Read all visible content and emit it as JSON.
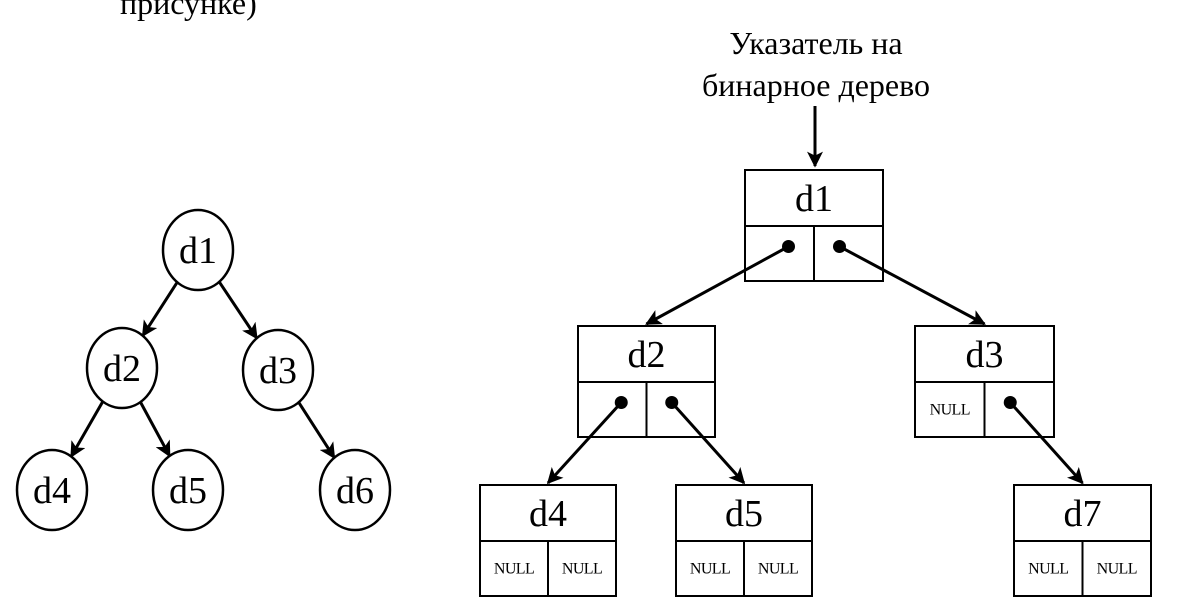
{
  "top_partial_text": "присунке)",
  "pointer_label": {
    "line1": "Указатель на",
    "line2": "бинарное дерево"
  },
  "general_tree": {
    "nodes": [
      {
        "id": "d1",
        "label": "d1"
      },
      {
        "id": "d2",
        "label": "d2"
      },
      {
        "id": "d3",
        "label": "d3"
      },
      {
        "id": "d4",
        "label": "d4"
      },
      {
        "id": "d5",
        "label": "d5"
      },
      {
        "id": "d6",
        "label": "d6"
      }
    ],
    "edges": [
      {
        "from": "d1",
        "to": "d2"
      },
      {
        "from": "d1",
        "to": "d3"
      },
      {
        "from": "d2",
        "to": "d4"
      },
      {
        "from": "d2",
        "to": "d5"
      },
      {
        "from": "d3",
        "to": "d6"
      }
    ]
  },
  "linked_tree": {
    "null_text": "NULL",
    "nodes": [
      {
        "id": "d1",
        "label": "d1",
        "left": "pointer",
        "right": "pointer"
      },
      {
        "id": "d2",
        "label": "d2",
        "left": "pointer",
        "right": "pointer"
      },
      {
        "id": "d3",
        "label": "d3",
        "left": "NULL",
        "right": "pointer"
      },
      {
        "id": "d4",
        "label": "d4",
        "left": "NULL",
        "right": "NULL"
      },
      {
        "id": "d5",
        "label": "d5",
        "left": "NULL",
        "right": "NULL"
      },
      {
        "id": "d7",
        "label": "d7",
        "left": "NULL",
        "right": "NULL"
      }
    ],
    "edges": [
      {
        "from": "d1",
        "side": "left",
        "to": "d2"
      },
      {
        "from": "d1",
        "side": "right",
        "to": "d3"
      },
      {
        "from": "d2",
        "side": "left",
        "to": "d4"
      },
      {
        "from": "d2",
        "side": "right",
        "to": "d5"
      },
      {
        "from": "d3",
        "side": "right",
        "to": "d7"
      }
    ]
  }
}
